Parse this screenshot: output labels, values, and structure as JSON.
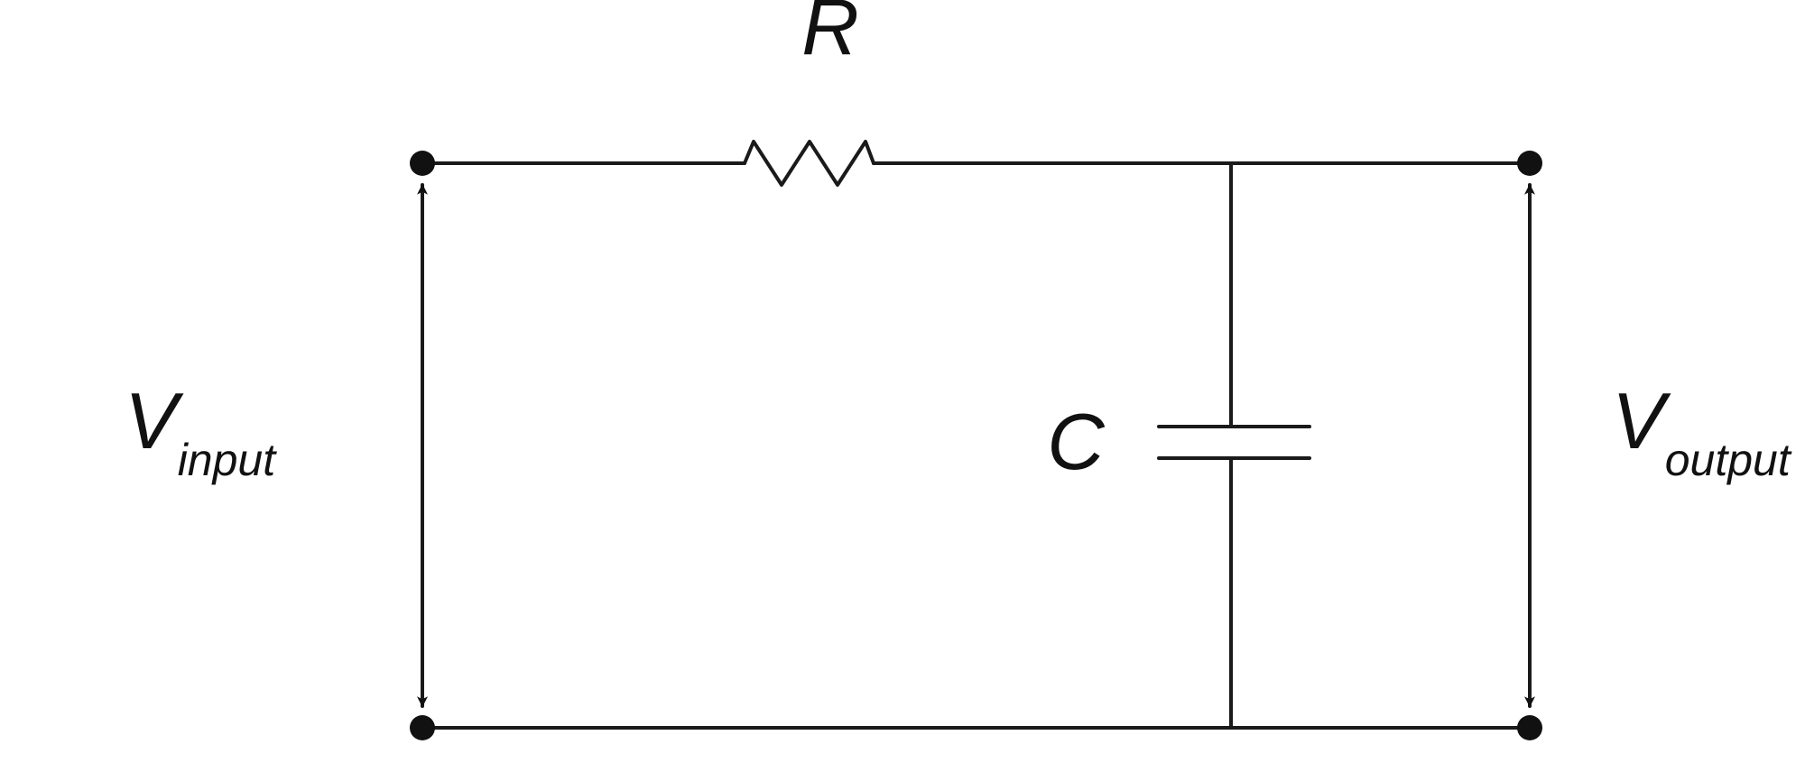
{
  "diagram": {
    "components": {
      "resistor": {
        "label": "R"
      },
      "capacitor": {
        "label": "C"
      }
    },
    "voltages": {
      "input": {
        "symbol": "V",
        "subscript": "input"
      },
      "output": {
        "symbol": "V",
        "subscript": "output"
      }
    },
    "colors": {
      "ink": "#1a1a1a",
      "background": "#ffffff"
    }
  }
}
